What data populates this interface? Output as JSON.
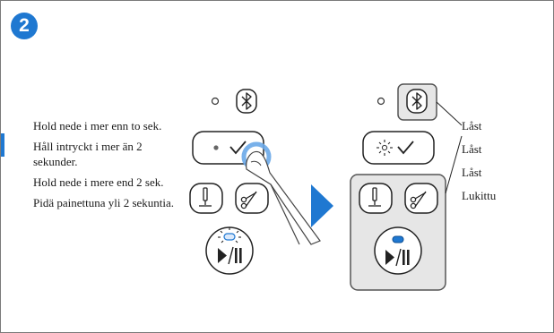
{
  "step": {
    "number": "2",
    "color": "#1f78d1"
  },
  "instructions": [
    "Hold nede i mer enn to sek.",
    "Håll intryckt i mer än 2 sekunder.",
    "Hold nede i mere end 2 sek.",
    "Pidä painettuna yli 2 sekuntia."
  ],
  "lock_labels": [
    "Låst",
    "Låst",
    "Låst",
    "Lukittu"
  ],
  "icons": {
    "bluetooth": "bluetooth-icon",
    "check": "check-icon",
    "needle": "needle-position-icon",
    "thread_cutter": "thread-cutter-icon",
    "start_stop": "start-stop-icon",
    "arrow": "arrow-right-icon"
  }
}
